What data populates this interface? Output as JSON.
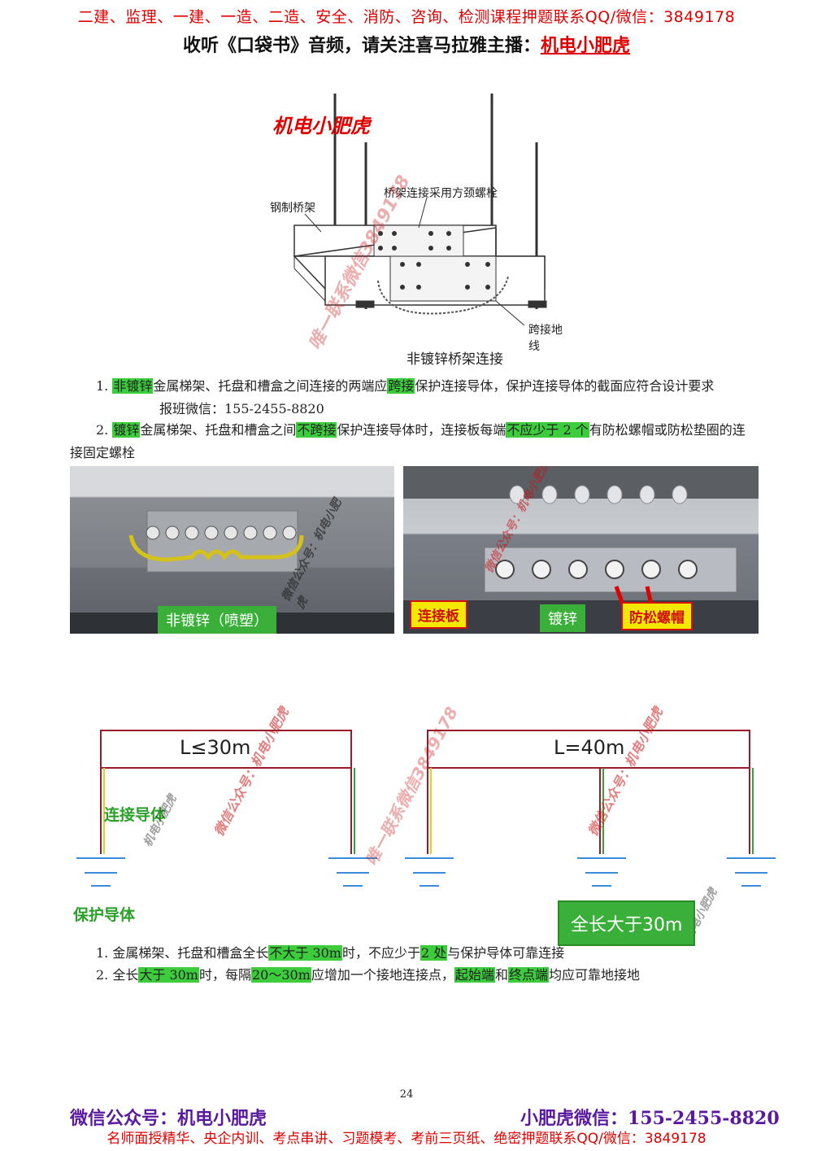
{
  "header": {
    "line1": "二建、监理、一建、一造、二造、安全、消防、咨询、检测课程押题联系QQ/微信：3849178",
    "line2_prefix": "收听《口袋书》音频，请关注喜马拉雅主播：",
    "line2_highlight": "机电小肥虎"
  },
  "diagram1": {
    "brand": "机电小肥虎",
    "label_tray": "钢制桥架",
    "label_bolt": "桥架连接采用方颈螺栓",
    "label_jumper": "跨接地线",
    "caption": "非镀锌桥架连接"
  },
  "rules1": {
    "r1": [
      "1. ",
      "非镀锌",
      "金属梯架、托盘和槽盒之间连接的两端应",
      "跨接",
      "保护连接导体，保护连接导体的截面应符合设计要求"
    ],
    "r1_contact": "报班微信：155-2455-8820",
    "r2": [
      "2. ",
      "镀锌",
      "金属梯架、托盘和槽盒之间",
      "不跨接",
      "保护连接导体时，连接板每端",
      "不应少于 2 个",
      "有防松螺帽或防松垫圈的连接固定螺栓"
    ]
  },
  "photos": {
    "left_label": "非镀锌（喷塑）",
    "right_label_plate": "连接板",
    "right_label_galv": "镀锌",
    "right_label_nut": "防松螺帽"
  },
  "ground_diagram": {
    "left_length": "L≤30m",
    "right_length": "L=40m",
    "label_connect": "连接导体",
    "label_protect": "保护导体",
    "label_total": "全长大于30m"
  },
  "rules2": {
    "r1": [
      "1. 金属梯架、托盘和槽盒全长",
      "不大于 30m",
      "时，不应少于",
      "2 处",
      "与保护导体可靠连接"
    ],
    "r2": [
      "2. 全长",
      "大于 30m",
      "时，每隔",
      "20～30m",
      "应增加一个接地连接点，",
      "起始端",
      "和",
      "终点端",
      "均应可靠地接地"
    ]
  },
  "watermarks": {
    "wechat": "微信公众号：机电小肥虎",
    "contact": "唯一联系微信3849178",
    "brand": "机电小肥虎"
  },
  "page_number": "24",
  "footer": {
    "left": "微信公众号：机电小肥虎",
    "right": "小肥虎微信：155-2455-8820",
    "bottom": "名师面授精华、央企内训、考点串讲、习题模考、考前三页纸、绝密押题联系QQ/微信：3849178"
  },
  "colors": {
    "highlight": "#3ccc3c",
    "header_red": "#e00000",
    "footer_purple": "#5a1aa0",
    "frame_red": "#9a1a2a"
  }
}
